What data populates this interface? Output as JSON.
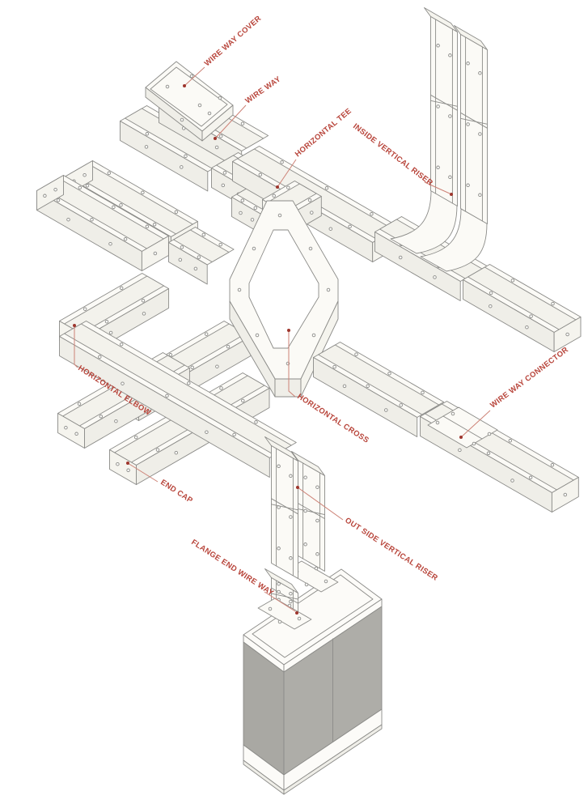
{
  "diagram": {
    "title": "Wire way system isometric assembly diagram",
    "type": "isometric-exploded-assembly-drawing",
    "colors": {
      "background": "#ffffff",
      "line": "#8b8b88",
      "metal": "#fbfaf6",
      "trough": "#f3f2ec",
      "side": "#efeee8",
      "cap": "#f5f4ee",
      "label": "#b8453b",
      "leader": "#cd8276",
      "leader_dot": "#9e352c",
      "cabinet_gray_left": "#a9a8a3",
      "cabinet_gray_right": "#aeada8",
      "cabinet_white": "#fcfbf8"
    },
    "labels": [
      {
        "id": "wire-way-cover",
        "text": "WIRE WAY COVER"
      },
      {
        "id": "wire-way",
        "text": "WIRE WAY"
      },
      {
        "id": "horizontal-tee",
        "text": "HORIZONTAL TEE"
      },
      {
        "id": "inside-vertical-riser",
        "text": "INSIDE VERTICAL RISER"
      },
      {
        "id": "horizontal-elbow",
        "text": "HORIZONTAL ELBOW"
      },
      {
        "id": "wire-way-connector",
        "text": "WIRE WAY CONNECTOR"
      },
      {
        "id": "horizontal-cross",
        "text": "HORIZONTAL CROSS"
      },
      {
        "id": "end-cap",
        "text": "END CAP"
      },
      {
        "id": "out-side-vertical-riser",
        "text": "OUT SIDE VERTICAL RISER"
      },
      {
        "id": "flange-end-wire-way",
        "text": "FLANGE END WIRE WAY"
      }
    ]
  }
}
